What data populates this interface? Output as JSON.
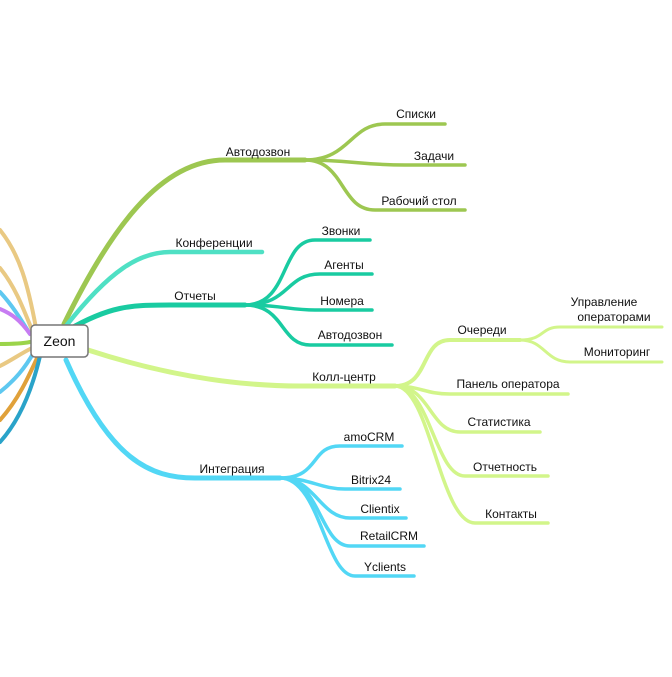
{
  "root": {
    "label": "Zeon"
  },
  "colors": {
    "autodial": "#9dc751",
    "conference": "#4fe0c4",
    "reports": "#19cba1",
    "callcenter": "#d2f58a",
    "integration": "#52d7f5",
    "offscreen_tan": "#e9c983",
    "offscreen_blue": "#5ec8f0",
    "offscreen_purple": "#c77cf2",
    "offscreen_green": "#9bd44a",
    "offscreen_orange": "#e0a13a",
    "offscreen_teal": "#2aa3c9"
  },
  "branches": {
    "autodial": {
      "label": "Автодозвон",
      "children": [
        "Списки",
        "Задачи",
        "Рабочий стол"
      ]
    },
    "conference": {
      "label": "Конференции"
    },
    "reports": {
      "label": "Отчеты",
      "children": [
        "Звонки",
        "Агенты",
        "Номера",
        "Автодозвон"
      ]
    },
    "callcenter": {
      "label": "Колл-центр",
      "queues": {
        "label": "Очереди",
        "children": [
          {
            "line1": "Управление",
            "line2": "операторами"
          },
          {
            "line1": "Мониторинг"
          }
        ]
      },
      "children": [
        "Панель оператора",
        "Статистика",
        "Отчетность",
        "Контакты"
      ]
    },
    "integration": {
      "label": "Интеграция",
      "children": [
        "amoCRM",
        "Bitrix24",
        "Clientix",
        "RetailCRM",
        "Yclients"
      ]
    }
  }
}
